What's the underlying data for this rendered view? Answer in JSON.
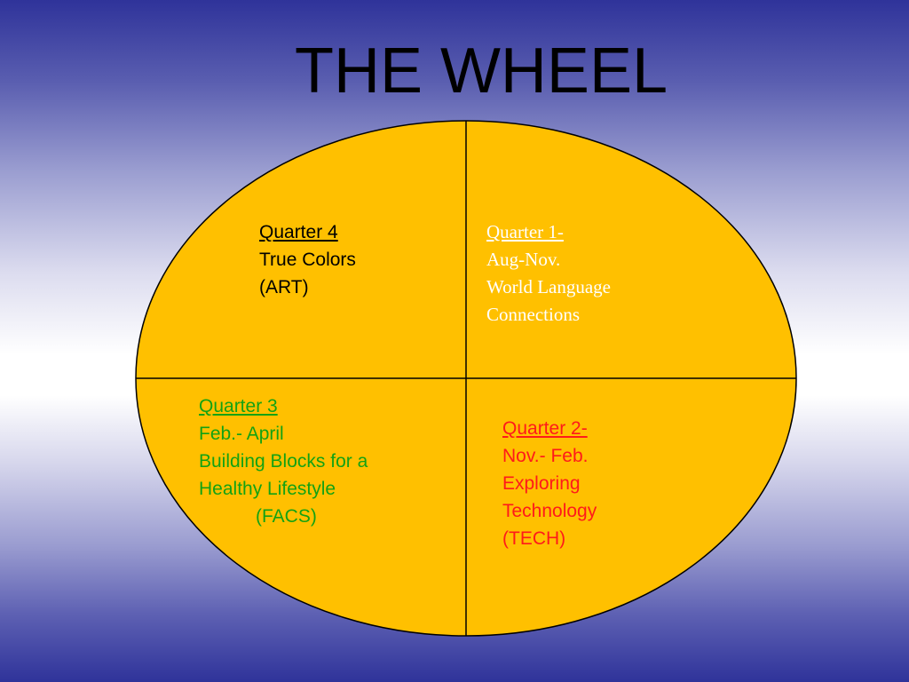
{
  "slide": {
    "title": "THE WHEEL"
  },
  "wheel": {
    "fill_color": "#ffc000",
    "stroke_color": "#000000",
    "quadrants": {
      "q4": {
        "heading": "Quarter 4",
        "lines": [
          "True Colors",
          "(ART)"
        ],
        "color": "#000000"
      },
      "q1": {
        "heading": "Quarter 1-",
        "lines": [
          "Aug-Nov.",
          "World Language",
          "Connections"
        ],
        "color": "#ffffff"
      },
      "q3": {
        "heading": "Quarter 3",
        "lines": [
          "Feb.- April",
          "Building Blocks for a",
          "Healthy Lifestyle",
          "(FACS)"
        ],
        "color": "#13a213"
      },
      "q2": {
        "heading": "Quarter 2-",
        "lines": [
          "Nov.- Feb.",
          "Exploring",
          "Technology",
          "(TECH)"
        ],
        "color": "#ff1a1a"
      }
    }
  }
}
